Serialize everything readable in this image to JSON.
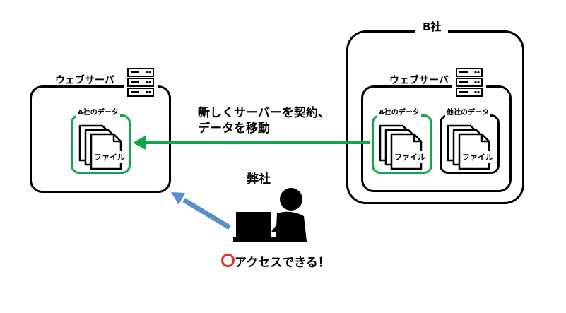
{
  "left_server": {
    "title": "ウェブサーバ",
    "folder_label": "A社のデータ",
    "file_label": "ファイル"
  },
  "company_b": {
    "title": "B社",
    "server_title": "ウェブサーバ",
    "folder_a_label": "A社のデータ",
    "folder_other_label": "他社のデータ",
    "file_label_a": "ファイル",
    "file_label_other": "ファイル"
  },
  "migration": {
    "line1": "新しくサーバーを契約、",
    "line2": "データを移動"
  },
  "our_company": {
    "label": "弊社"
  },
  "access": {
    "status_mark": "○",
    "text": "アクセスできる！"
  },
  "colors": {
    "green": "#11a64a",
    "blue_arrow": "#5b8fc9",
    "red_mark": "#e8302a",
    "black": "#000000"
  },
  "icons": {
    "server": "server-rack-icon",
    "document": "document-stack-icon",
    "person": "person-at-laptop-icon"
  }
}
